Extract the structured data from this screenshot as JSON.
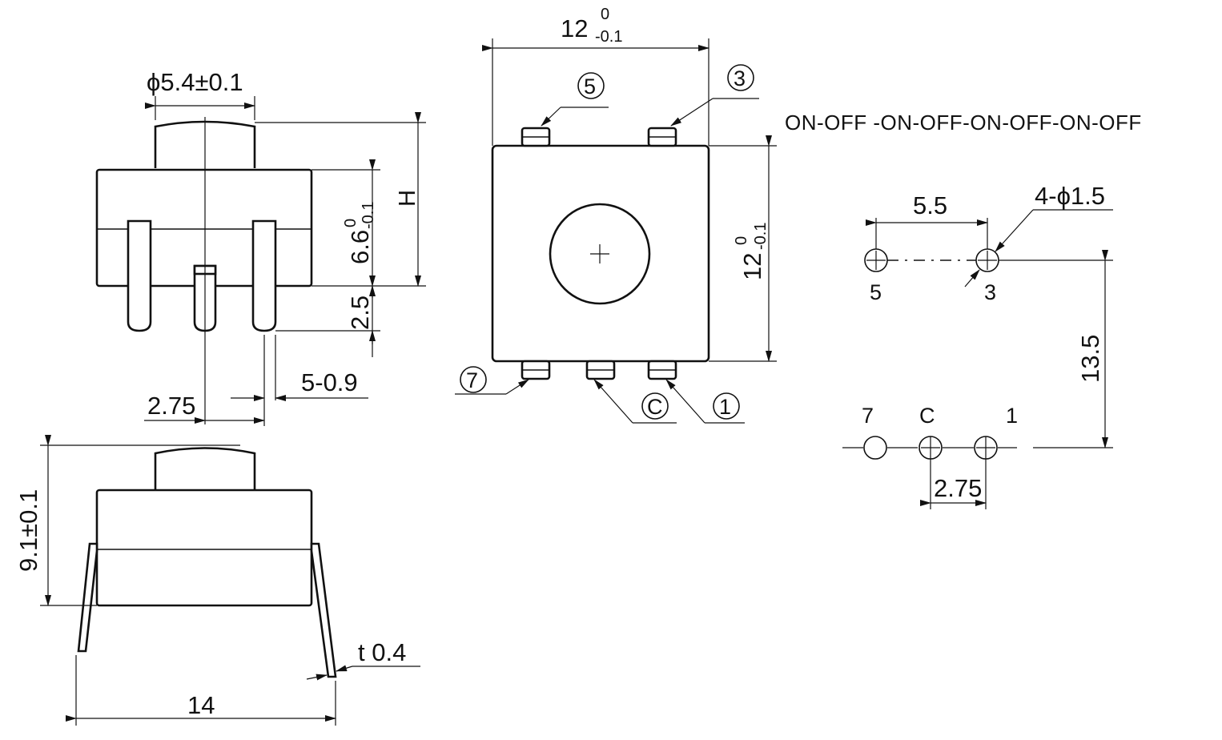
{
  "side_view_top": {
    "dim_diameter": "ϕ5.4±0.1",
    "dim_h": "H",
    "dim_body_height_base": "6.6",
    "dim_body_height_upper": "0",
    "dim_body_height_lower": "-0.1",
    "dim_pin_length": "2.5",
    "dim_pin_width": "5-0.9",
    "dim_pin_pitch": "2.75"
  },
  "top_view": {
    "dim_width_base": "12",
    "dim_width_upper": "0",
    "dim_width_lower": "-0.1",
    "dim_height_base": "12",
    "dim_height_upper": "0",
    "dim_height_lower": "-0.1",
    "pins": [
      {
        "label": "5"
      },
      {
        "label": "3"
      },
      {
        "label": "7"
      },
      {
        "label": "C"
      },
      {
        "label": "1"
      }
    ]
  },
  "mode_text": "ON-OFF -ON-OFF-ON-OFF-ON-OFF",
  "footprint": {
    "dim_hole_spacing": "5.5",
    "dim_hole_diameter": "4-ϕ1.5",
    "dim_row_spacing": "13.5",
    "dim_bottom_pitch": "2.75",
    "top_labels": [
      "5",
      "3"
    ],
    "bottom_labels": [
      "7",
      "C",
      "1"
    ]
  },
  "side_view_bottom": {
    "dim_height": "9.1±0.1",
    "dim_thickness": "t 0.4",
    "dim_width": "14"
  }
}
